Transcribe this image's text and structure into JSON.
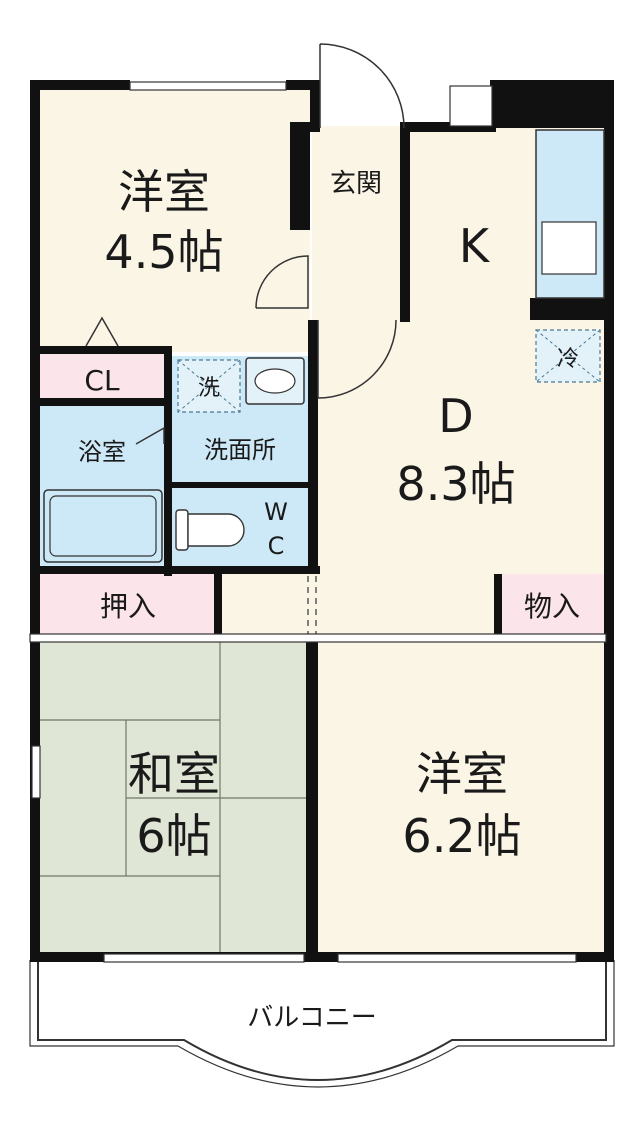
{
  "rooms": {
    "western_room_1": {
      "name": "洋室",
      "size": "4.5帖"
    },
    "entrance": {
      "name": "玄関"
    },
    "kitchen": {
      "name": "K"
    },
    "fridge": {
      "name": "冷"
    },
    "closet": {
      "name": "CL"
    },
    "bathroom": {
      "name": "浴室"
    },
    "washer": {
      "name": "洗"
    },
    "washroom": {
      "name": "洗面所"
    },
    "toilet": {
      "name_top": "W",
      "name_bottom": "C"
    },
    "dining": {
      "name": "D",
      "size": "8.3帖"
    },
    "oshiire": {
      "name": "押入"
    },
    "storage": {
      "name": "物入"
    },
    "japanese_room": {
      "name": "和室",
      "size": "6帖"
    },
    "western_room_2": {
      "name": "洋室",
      "size": "6.2帖"
    },
    "balcony": {
      "name": "バルコニー"
    }
  },
  "colors": {
    "wall": "#111111",
    "western_floor": "#fbf5e6",
    "storage_pink": "#fbe4ea",
    "bath_blue": "#cde8f6",
    "tatami": "#dfe6d6",
    "sink": "#e3f1f8"
  }
}
